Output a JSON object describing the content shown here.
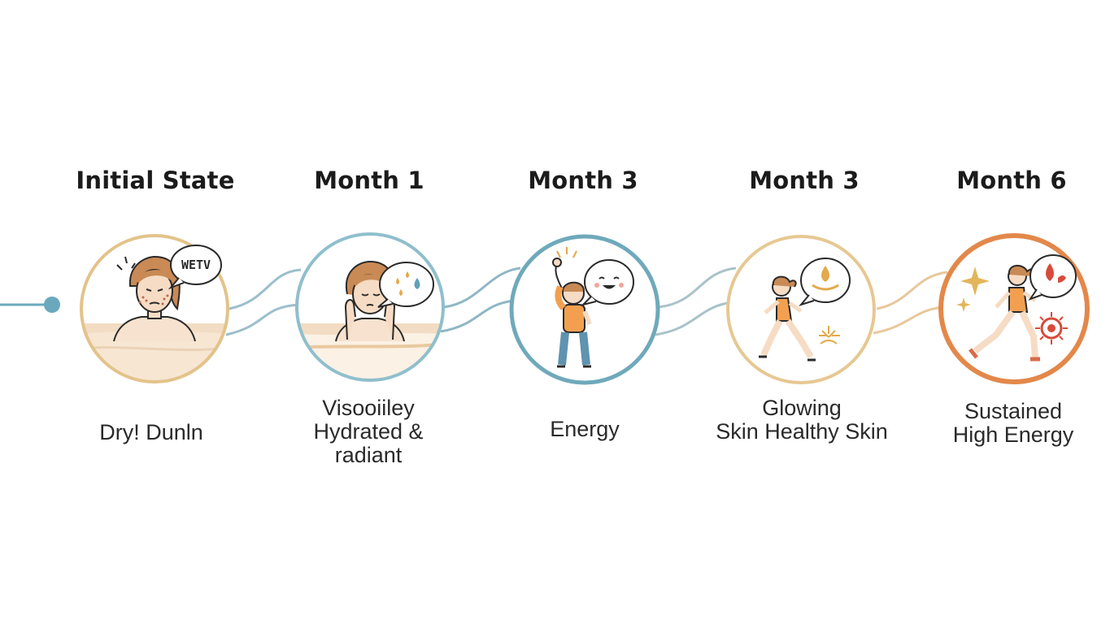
{
  "stages": [
    {
      "title": "Initial State",
      "caption_lines": [
        "Dry! Dunln"
      ],
      "bubble_text": "WETV",
      "ring_color": "#e3c38a"
    },
    {
      "title": "Month 1",
      "caption_lines": [
        "Visooiiley",
        "Hydrated &",
        "radiant"
      ],
      "bubble_text": "",
      "ring_color": "#8fbfcc"
    },
    {
      "title": "Month 3",
      "caption_lines": [
        "Energy"
      ],
      "bubble_text": "",
      "ring_color": "#6fa9bb"
    },
    {
      "title": "Month 3",
      "caption_lines": [
        "Glowing",
        "Skin Healthy Skin"
      ],
      "bubble_text": "",
      "ring_color": "#e6c892"
    },
    {
      "title": "Month 6",
      "caption_lines": [
        "Sustained",
        "High Energy"
      ],
      "bubble_text": "",
      "ring_color": "#e3884a"
    }
  ],
  "colors": {
    "start_dot": "#6aa9bd",
    "connector_blue": "#8fb7c4",
    "connector_tan": "#e8c89c",
    "skin": "#f3d9c0",
    "hair": "#c98a55",
    "shirt": "#f2a050",
    "pants": "#5f93b0",
    "water": "#e9c9a0"
  },
  "icons": [
    "woman-bath-icon",
    "stressed-woman-icon",
    "cheering-child-icon",
    "runner-woman-icon",
    "sprinter-woman-icon",
    "speech-bubble-icon",
    "water-drops-icon",
    "smiley-icon",
    "oil-drop-icon",
    "sparkle-icon",
    "heart-drop-icon",
    "sun-badge-icon"
  ]
}
